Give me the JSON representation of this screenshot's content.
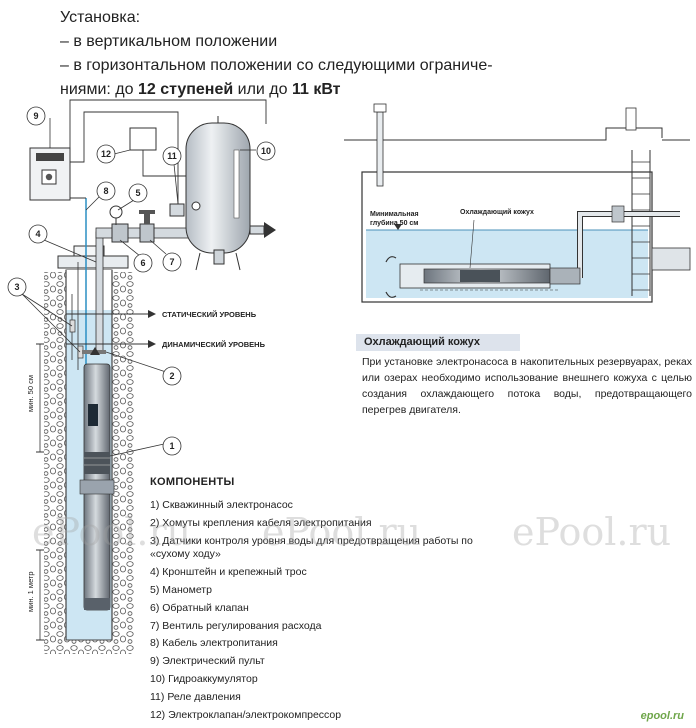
{
  "intro": {
    "line1": "Установка:",
    "line2": "– в вертикальном положении",
    "line3": "– в горизонтальном положении со следующими ограниче-",
    "line4_pre": "ниями: до ",
    "line4_b1": "12 ступеней",
    "line4_mid": " или до ",
    "line4_b2": "11 кВт"
  },
  "diagram_left": {
    "static_level": "СТАТИЧЕСКИЙ УРОВЕНЬ",
    "dynamic_level": "ДИНАМИЧЕСКИЙ УРОВЕНЬ",
    "min50": "мин. 50 см",
    "min1m": "мин. 1 метр",
    "callouts": [
      "1",
      "2",
      "3",
      "4",
      "5",
      "6",
      "7",
      "8",
      "9",
      "10",
      "11",
      "12"
    ]
  },
  "diagram_right": {
    "min_depth": "Минимальная\nглубина 50 см",
    "cooling_label": "Охлаждающий кожух"
  },
  "cooling": {
    "title": "Охлаждающий кожух",
    "text": "При установке электронасоса в накопительных резервуарах, реках или озерах необходимо использование внешнего кожуха с целью создания охлаждающего потока воды, предотвращающего перегрев двигателя."
  },
  "components": {
    "title": "КОМПОНЕНТЫ",
    "items": [
      "1) Скважинный электронасос",
      "2) Хомуты крепления кабеля электропитания",
      "3) Датчики контроля уровня воды для предотвращения работы по «сухому ходу»",
      "4) Кронштейн и крепежный трос",
      "5) Манометр",
      "6) Обратный клапан",
      "7) Вентиль регулирования расхода",
      "8) Кабель электропитания",
      "9) Электрический пульт",
      "10) Гидроаккумулятор",
      "11) Реле давления",
      "12) Электроклапан/электрокомпрессор"
    ]
  },
  "watermarks": [
    "ePool.ru",
    "ePool.ru",
    "ePool.ru"
  ],
  "corner_mark": "epool.ru",
  "colors": {
    "water": "#cde6f3",
    "steel": "#9aa3ad",
    "line": "#333333",
    "panel": "#dde3ec"
  }
}
